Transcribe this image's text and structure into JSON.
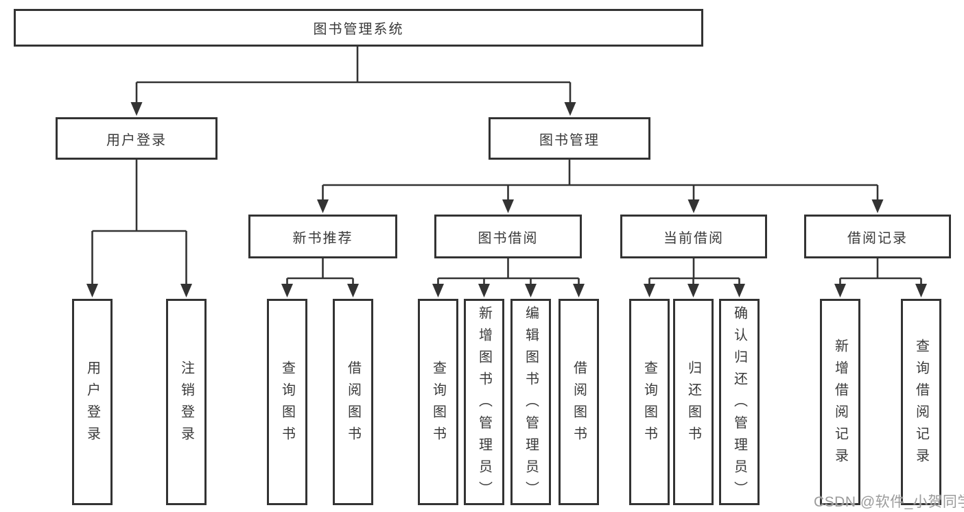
{
  "diagram": {
    "root": {
      "label": "图书管理系统"
    },
    "branches": [
      {
        "label": "用户登录",
        "children": [
          {
            "label": "用户登录"
          },
          {
            "label": "注销登录"
          }
        ]
      },
      {
        "label": "图书管理",
        "children": [
          {
            "label": "新书推荐",
            "children": [
              {
                "label": "查询图书"
              },
              {
                "label": "借阅图书"
              }
            ]
          },
          {
            "label": "图书借阅",
            "children": [
              {
                "label": "查询图书"
              },
              {
                "label": "新增图书（管理员）"
              },
              {
                "label": "编辑图书（管理员）"
              },
              {
                "label": "借阅图书"
              }
            ]
          },
          {
            "label": "当前借阅",
            "children": [
              {
                "label": "查询图书"
              },
              {
                "label": "归还图书"
              },
              {
                "label": "确认归还（管理员）"
              }
            ]
          },
          {
            "label": "借阅记录",
            "children": [
              {
                "label": "新增借阅记录"
              },
              {
                "label": "查询借阅记录"
              }
            ]
          }
        ]
      }
    ],
    "watermark": "CSDN @软件_小贺同学",
    "colors": {
      "line": "#333333",
      "text": "#3a3a3a",
      "background": "#ffffff",
      "watermark": "#9b9b9b"
    }
  }
}
